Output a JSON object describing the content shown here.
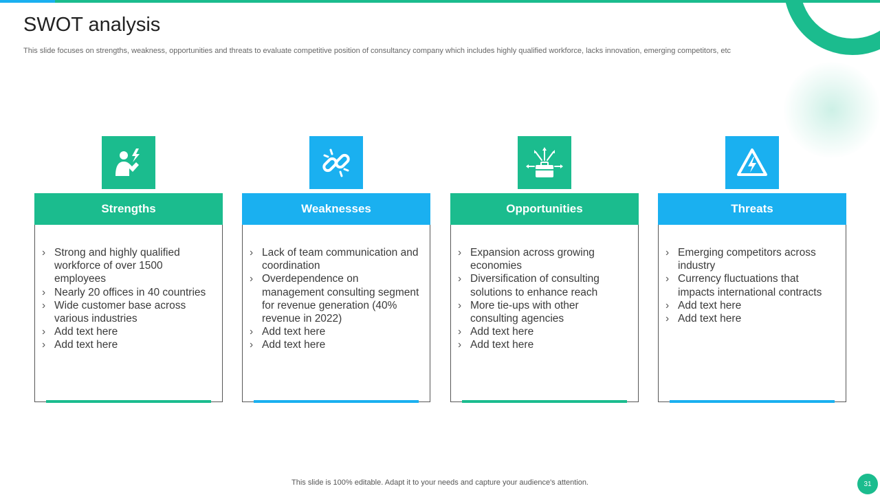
{
  "slide": {
    "title": "SWOT analysis",
    "subtitle": "This slide focuses on strengths, weakness, opportunities and threats to evaluate competitive position of consultancy company which includes highly qualified workforce, lacks innovation, emerging competitors, etc",
    "footer": "This slide is 100% editable. Adapt it to your needs and capture your audience's attention.",
    "page_number": "31"
  },
  "colors": {
    "green": "#1bbc8e",
    "blue": "#1ab0f0"
  },
  "cards": [
    {
      "title": "Strengths",
      "icon": "strong-person-icon",
      "items": [
        "Strong and highly qualified workforce of over 1500 employees",
        "Nearly 20 offices in 40 countries",
        "Wide customer base across various industries",
        "Add text here",
        "Add text here"
      ]
    },
    {
      "title": "Weaknesses",
      "icon": "broken-link-icon",
      "items": [
        "Lack of team communication and coordination",
        "Overdependence on management consulting segment for revenue generation (40% revenue in 2022)",
        "Add text here",
        "Add text here"
      ]
    },
    {
      "title": "Opportunities",
      "icon": "briefcase-arrows-icon",
      "items": [
        "Expansion across growing economies",
        "Diversification of consulting solutions to enhance reach",
        "More tie-ups with other consulting agencies",
        "Add text here",
        "Add text here"
      ]
    },
    {
      "title": "Threats",
      "icon": "warning-bolt-icon",
      "items": [
        "Emerging competitors across industry",
        "Currency fluctuations that impacts international contracts",
        "Add text here",
        "Add text here"
      ]
    }
  ]
}
